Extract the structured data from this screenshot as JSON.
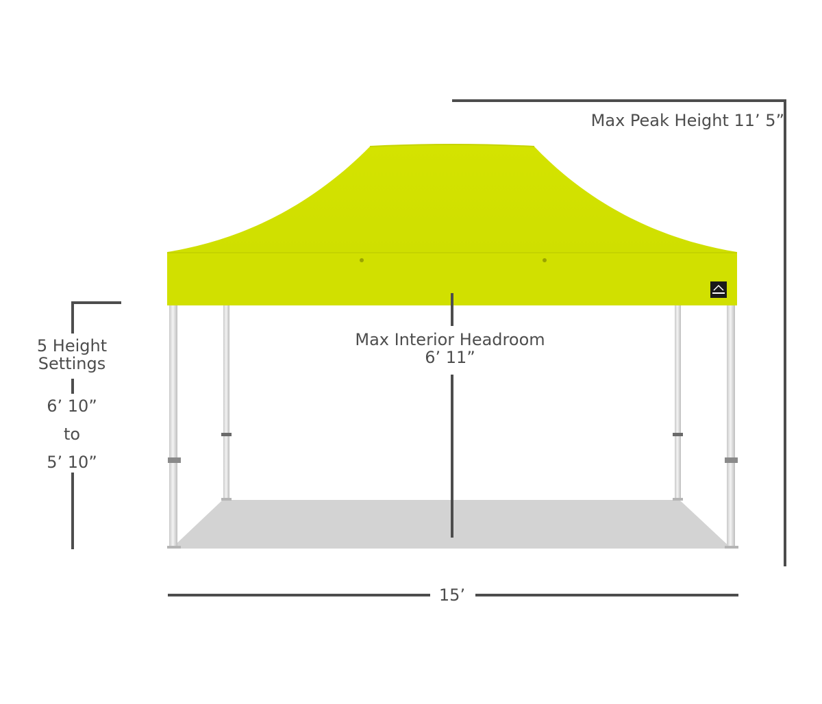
{
  "dimensions": {
    "peak_height": "Max Peak Height 11’ 5”",
    "interior_headroom": {
      "line1": "Max Interior Headroom",
      "line2": "6’ 11”"
    },
    "height_settings": {
      "line1": "5 Height",
      "line2": "Settings",
      "max": "6’ 10”",
      "to": "to",
      "min": "5’ 10”"
    },
    "width": "15’"
  },
  "colors": {
    "canopy": "#d1e000",
    "dimension_line": "#4d4d4d",
    "floor": "#d3d3d3"
  },
  "icons": {
    "brand_tag": "brand-logo-tag"
  }
}
